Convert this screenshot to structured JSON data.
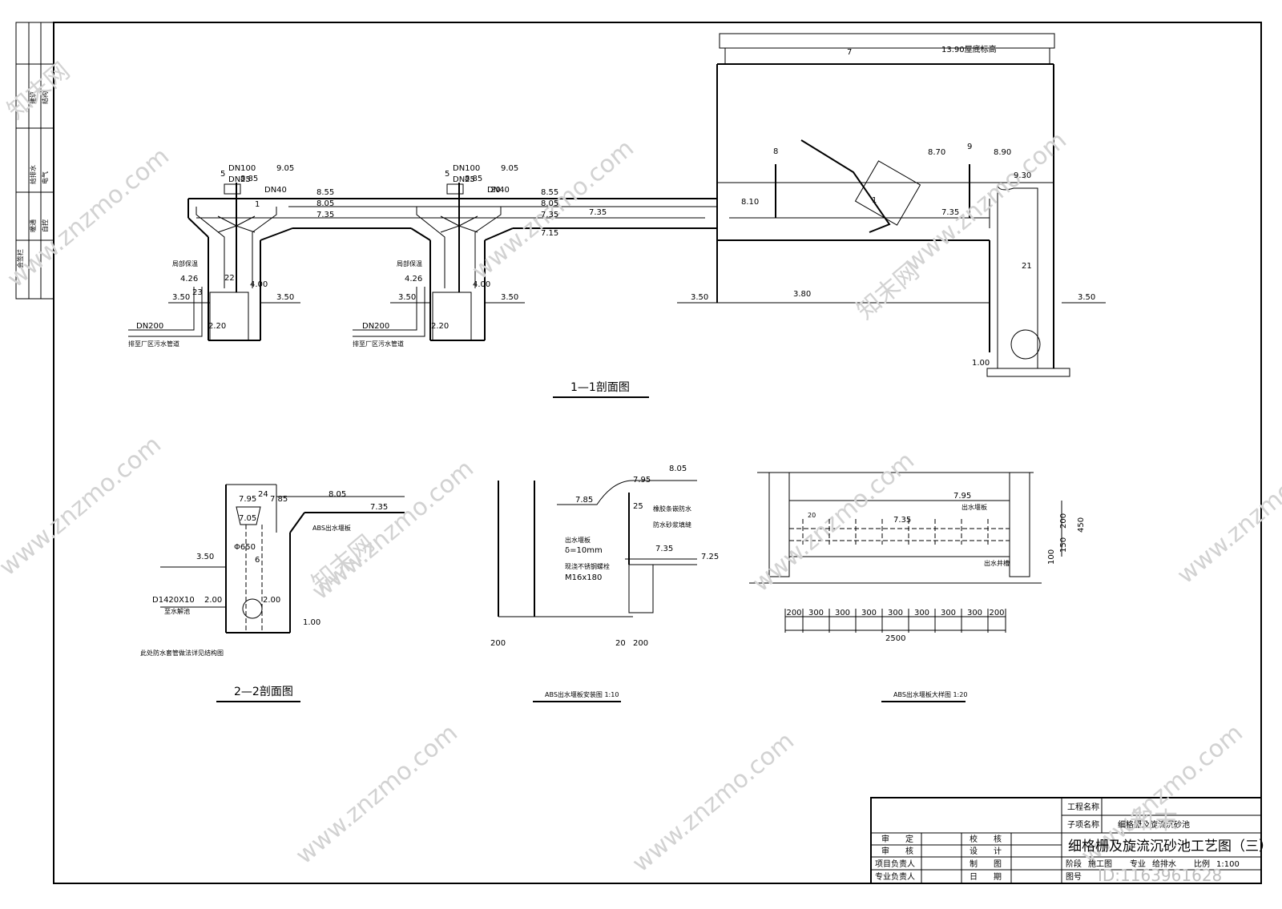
{
  "watermark": {
    "site": "www.znzmo.com",
    "brand": "知末网",
    "logo": "知末",
    "id": "ID:1163961628"
  },
  "left_strip": [
    "会签栏",
    "建筑",
    "结构",
    "给排水",
    "电气",
    "暖通",
    "自控"
  ],
  "section_1_1": {
    "title": "1—1剖面图",
    "labels": {
      "dn100": "DN100",
      "dn25": "DN25",
      "dn40": "DN40",
      "dn200": "DN200",
      "insulation": "局部保温",
      "pipe_note": "排至厂区污水管道",
      "crane_top": "13.90屋底标高"
    },
    "elevations": [
      "9.05",
      "8.85",
      "8.55",
      "8.05",
      "7.35",
      "7.15",
      "4.26",
      "4.00",
      "3.50",
      "2.20",
      "8.10",
      "8.70",
      "8.90",
      "9.30",
      "3.80",
      "1.00"
    ],
    "markers": [
      "1",
      "3",
      "5",
      "7",
      "8",
      "9",
      "20",
      "21",
      "22",
      "23"
    ]
  },
  "section_2_2": {
    "title": "2—2剖面图",
    "labels": {
      "pipe": "D1420X10",
      "to_pool": "至水解池",
      "note": "此处防水套管做法详见结构图",
      "weir": "ABS出水堰板",
      "d650": "Φ650"
    },
    "elevations": [
      "7.95",
      "7.85",
      "7.05",
      "8.05",
      "7.35",
      "3.50",
      "2.00",
      "1.00"
    ],
    "markers": [
      "6",
      "24"
    ]
  },
  "weir_install": {
    "title": "ABS出水堰板安装图 1:10",
    "labels": {
      "plate": "出水堰板",
      "thick": "δ=10mm",
      "bolt_type": "现浇不锈钢螺栓",
      "bolt": "M16x180",
      "rubber": "橡胶条嵌防水",
      "mortar": "防水砂浆填缝"
    },
    "elevations": [
      "7.95",
      "8.05",
      "7.85",
      "7.35",
      "7.25"
    ],
    "dims": [
      "200",
      "20",
      "200"
    ],
    "markers": [
      "25"
    ]
  },
  "weir_detail": {
    "title": "ABS出水堰板大样图 1:20",
    "labels": {
      "plate": "出水堰板",
      "channel": "出水井槽",
      "n20": "20"
    },
    "elevations": [
      "7.95",
      "7.35"
    ],
    "dims_bottom": [
      "200",
      "300",
      "300",
      "300",
      "300",
      "300",
      "300",
      "300",
      "200"
    ],
    "dim_total": "2500",
    "dims_right": [
      "200",
      "150",
      "100",
      "450"
    ]
  },
  "title_block": {
    "project_name_label": "工程名称",
    "sub_item_label": "子项名称",
    "sub_item_value": "细格栅及旋流沉砂池",
    "drawing_title": "细格栅及旋流沉砂池工艺图（三）",
    "rows": [
      [
        "审　　定",
        "校　　核"
      ],
      [
        "审　　核",
        "设　　计"
      ],
      [
        "项目负责人",
        "制　　图"
      ],
      [
        "专业负责人",
        "日　　期"
      ]
    ],
    "stage": "阶段",
    "stage_val": "施工图",
    "major": "专业",
    "major_val": "给排水",
    "scale": "比例",
    "scale_val": "1:100",
    "drawing_no": "图号"
  }
}
